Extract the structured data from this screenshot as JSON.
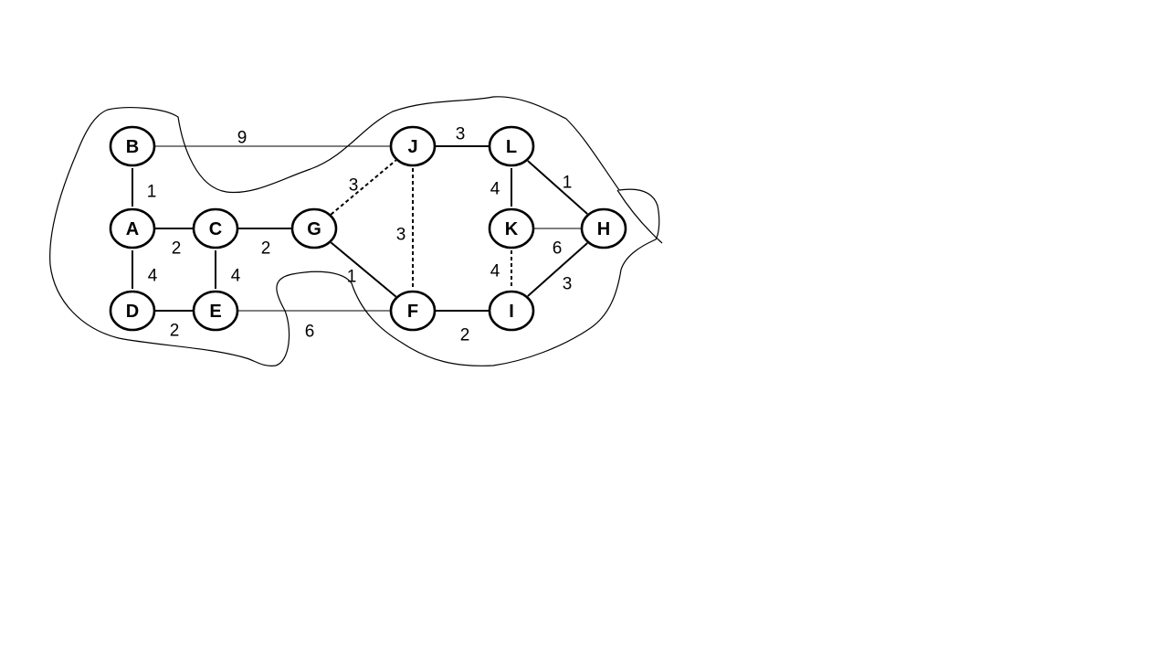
{
  "graph": {
    "nodes": [
      {
        "id": "B",
        "label": "B"
      },
      {
        "id": "A",
        "label": "A"
      },
      {
        "id": "C",
        "label": "C"
      },
      {
        "id": "D",
        "label": "D"
      },
      {
        "id": "E",
        "label": "E"
      },
      {
        "id": "G",
        "label": "G"
      },
      {
        "id": "J",
        "label": "J"
      },
      {
        "id": "F",
        "label": "F"
      },
      {
        "id": "L",
        "label": "L"
      },
      {
        "id": "K",
        "label": "K"
      },
      {
        "id": "H",
        "label": "H"
      },
      {
        "id": "I",
        "label": "I"
      }
    ],
    "edges": [
      {
        "from": "B",
        "to": "A",
        "weight": "1",
        "style": "solid"
      },
      {
        "from": "A",
        "to": "C",
        "weight": "2",
        "style": "solid"
      },
      {
        "from": "A",
        "to": "D",
        "weight": "4",
        "style": "solid"
      },
      {
        "from": "C",
        "to": "E",
        "weight": "4",
        "style": "solid"
      },
      {
        "from": "D",
        "to": "E",
        "weight": "2",
        "style": "solid"
      },
      {
        "from": "C",
        "to": "G",
        "weight": "2",
        "style": "solid"
      },
      {
        "from": "B",
        "to": "J",
        "weight": "9",
        "style": "thin"
      },
      {
        "from": "E",
        "to": "F",
        "weight": "6",
        "style": "thin"
      },
      {
        "from": "G",
        "to": "J",
        "weight": "3",
        "style": "dashed"
      },
      {
        "from": "J",
        "to": "F",
        "weight": "3",
        "style": "dashed"
      },
      {
        "from": "G",
        "to": "F",
        "weight": "1",
        "style": "solid"
      },
      {
        "from": "J",
        "to": "L",
        "weight": "3",
        "style": "solid"
      },
      {
        "from": "L",
        "to": "K",
        "weight": "4",
        "style": "solid"
      },
      {
        "from": "L",
        "to": "H",
        "weight": "1",
        "style": "solid"
      },
      {
        "from": "K",
        "to": "H",
        "weight": "6",
        "style": "thin"
      },
      {
        "from": "K",
        "to": "I",
        "weight": "4",
        "style": "dashed"
      },
      {
        "from": "F",
        "to": "I",
        "weight": "2",
        "style": "solid"
      },
      {
        "from": "I",
        "to": "H",
        "weight": "3",
        "style": "solid"
      }
    ]
  }
}
